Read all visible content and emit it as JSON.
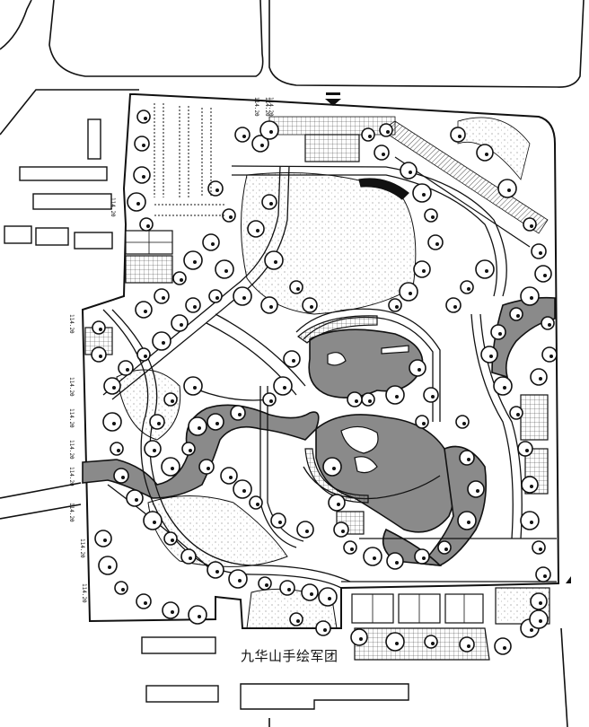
{
  "watermark": "九华山手绘军团",
  "elevation_labels": [
    "114.20",
    "114.20",
    "114.20",
    "114.20",
    "114.20",
    "114.20",
    "114.20",
    "114.20",
    "114.20",
    "114.20",
    "114.20",
    "114.20"
  ],
  "colors": {
    "ink": "#111111",
    "water": "#8a8a8a",
    "paper": "#ffffff",
    "tree": "#ffffff"
  },
  "icons": [
    "north-arrow-icon",
    "entrance-arrow-icon"
  ]
}
